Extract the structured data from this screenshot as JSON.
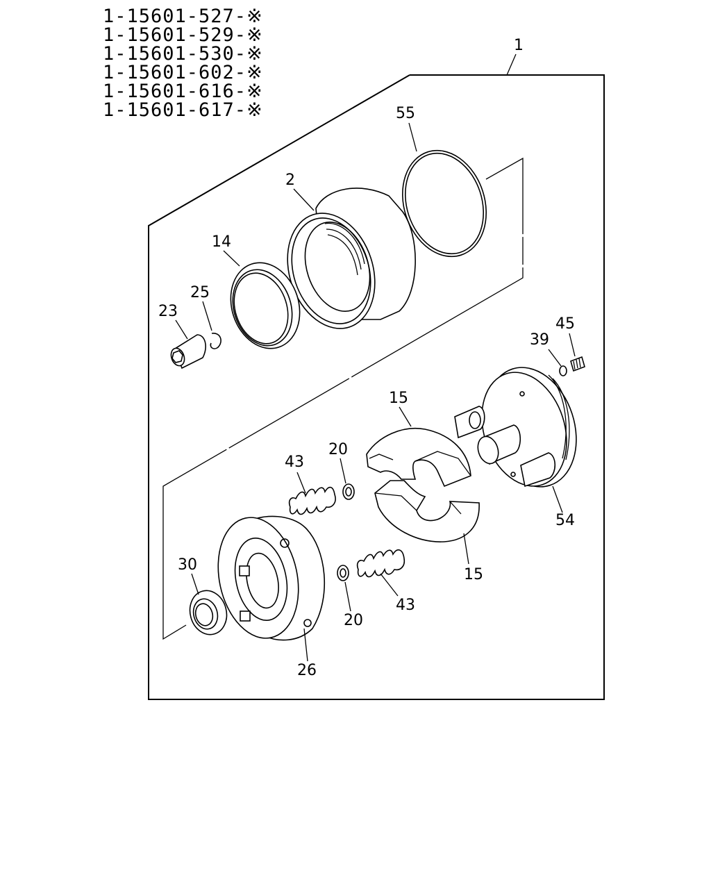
{
  "part_numbers": [
    "1-15601-527-※",
    "1-15601-529-※",
    "1-15601-530-※",
    "1-15601-602-※",
    "1-15601-616-※",
    "1-15601-617-※"
  ],
  "callouts": {
    "assembly": "1",
    "housing": "2",
    "seal_ring": "14",
    "o_ring_large": "55",
    "plug": "23",
    "snap_ring": "25",
    "washer_39": "39",
    "screw_45": "45",
    "weight_upper": "15",
    "weight_lower": "15",
    "spring_upper": "43",
    "spring_lower": "43",
    "washer_upper": "20",
    "washer_lower": "20",
    "hub_plate": "54",
    "oil_seal": "30",
    "hub": "26"
  }
}
